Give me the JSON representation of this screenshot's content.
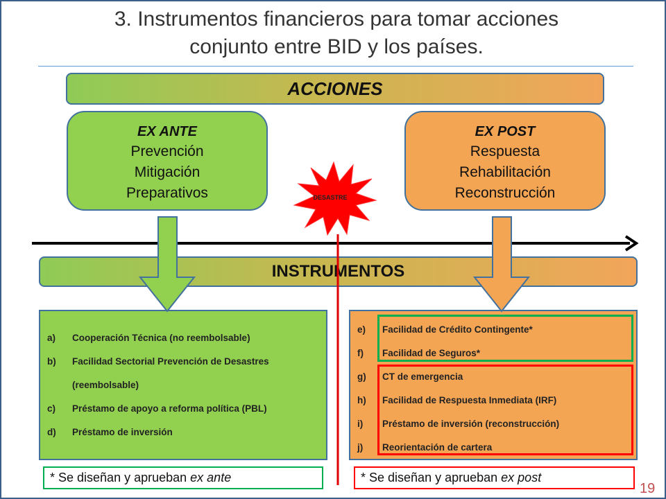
{
  "slide": {
    "title_line1": "3. Instrumentos financieros para tomar acciones",
    "title_line2": "conjunto entre BID y los países.",
    "page_number": "19"
  },
  "acciones": {
    "label": "ACCIONES",
    "ex_ante": {
      "heading": "EX ANTE",
      "items": [
        "Prevención",
        "Mitigación",
        "Preparativos"
      ]
    },
    "ex_post": {
      "heading": "EX POST",
      "items": [
        "Respuesta",
        "Rehabilitación",
        "Reconstrucción"
      ]
    },
    "disaster_label": "DESASTRE"
  },
  "instrumentos": {
    "label": "INSTRUMENTOS",
    "ex_ante_list": [
      {
        "letter": "a)",
        "text": "Cooperación Técnica (no reembolsable)"
      },
      {
        "letter": "b)",
        "text": "Facilidad Sectorial Prevención de Desastres"
      },
      {
        "letter": "",
        "text": "(reembolsable)"
      },
      {
        "letter": "c)",
        "text": "Préstamo de apoyo a reforma política (PBL)"
      },
      {
        "letter": "d)",
        "text": "Préstamo de inversión"
      }
    ],
    "ex_post_list": [
      {
        "letter": "e)",
        "text": "Facilidad de Crédito Contingente*"
      },
      {
        "letter": "f)",
        "text": "Facilidad de Seguros*"
      },
      {
        "letter": "g)",
        "text": "CT de emergencia"
      },
      {
        "letter": "h)",
        "text": "Facilidad de Respuesta Inmediata (IRF)"
      },
      {
        "letter": "i)",
        "text": "Préstamo de inversión (reconstrucción)"
      },
      {
        "letter": "j)",
        "text": "Reorientación de cartera"
      }
    ]
  },
  "notes": {
    "ex_ante_prefix": "* Se diseñan y aprueban ",
    "ex_ante_emph": "ex ante",
    "ex_post_prefix": "* Se diseñan y aprueban ",
    "ex_post_emph": "ex post"
  },
  "colors": {
    "green": "#92d050",
    "orange": "#f4a554",
    "disaster_red": "#ff0000",
    "frame_blue": "#41719c"
  }
}
